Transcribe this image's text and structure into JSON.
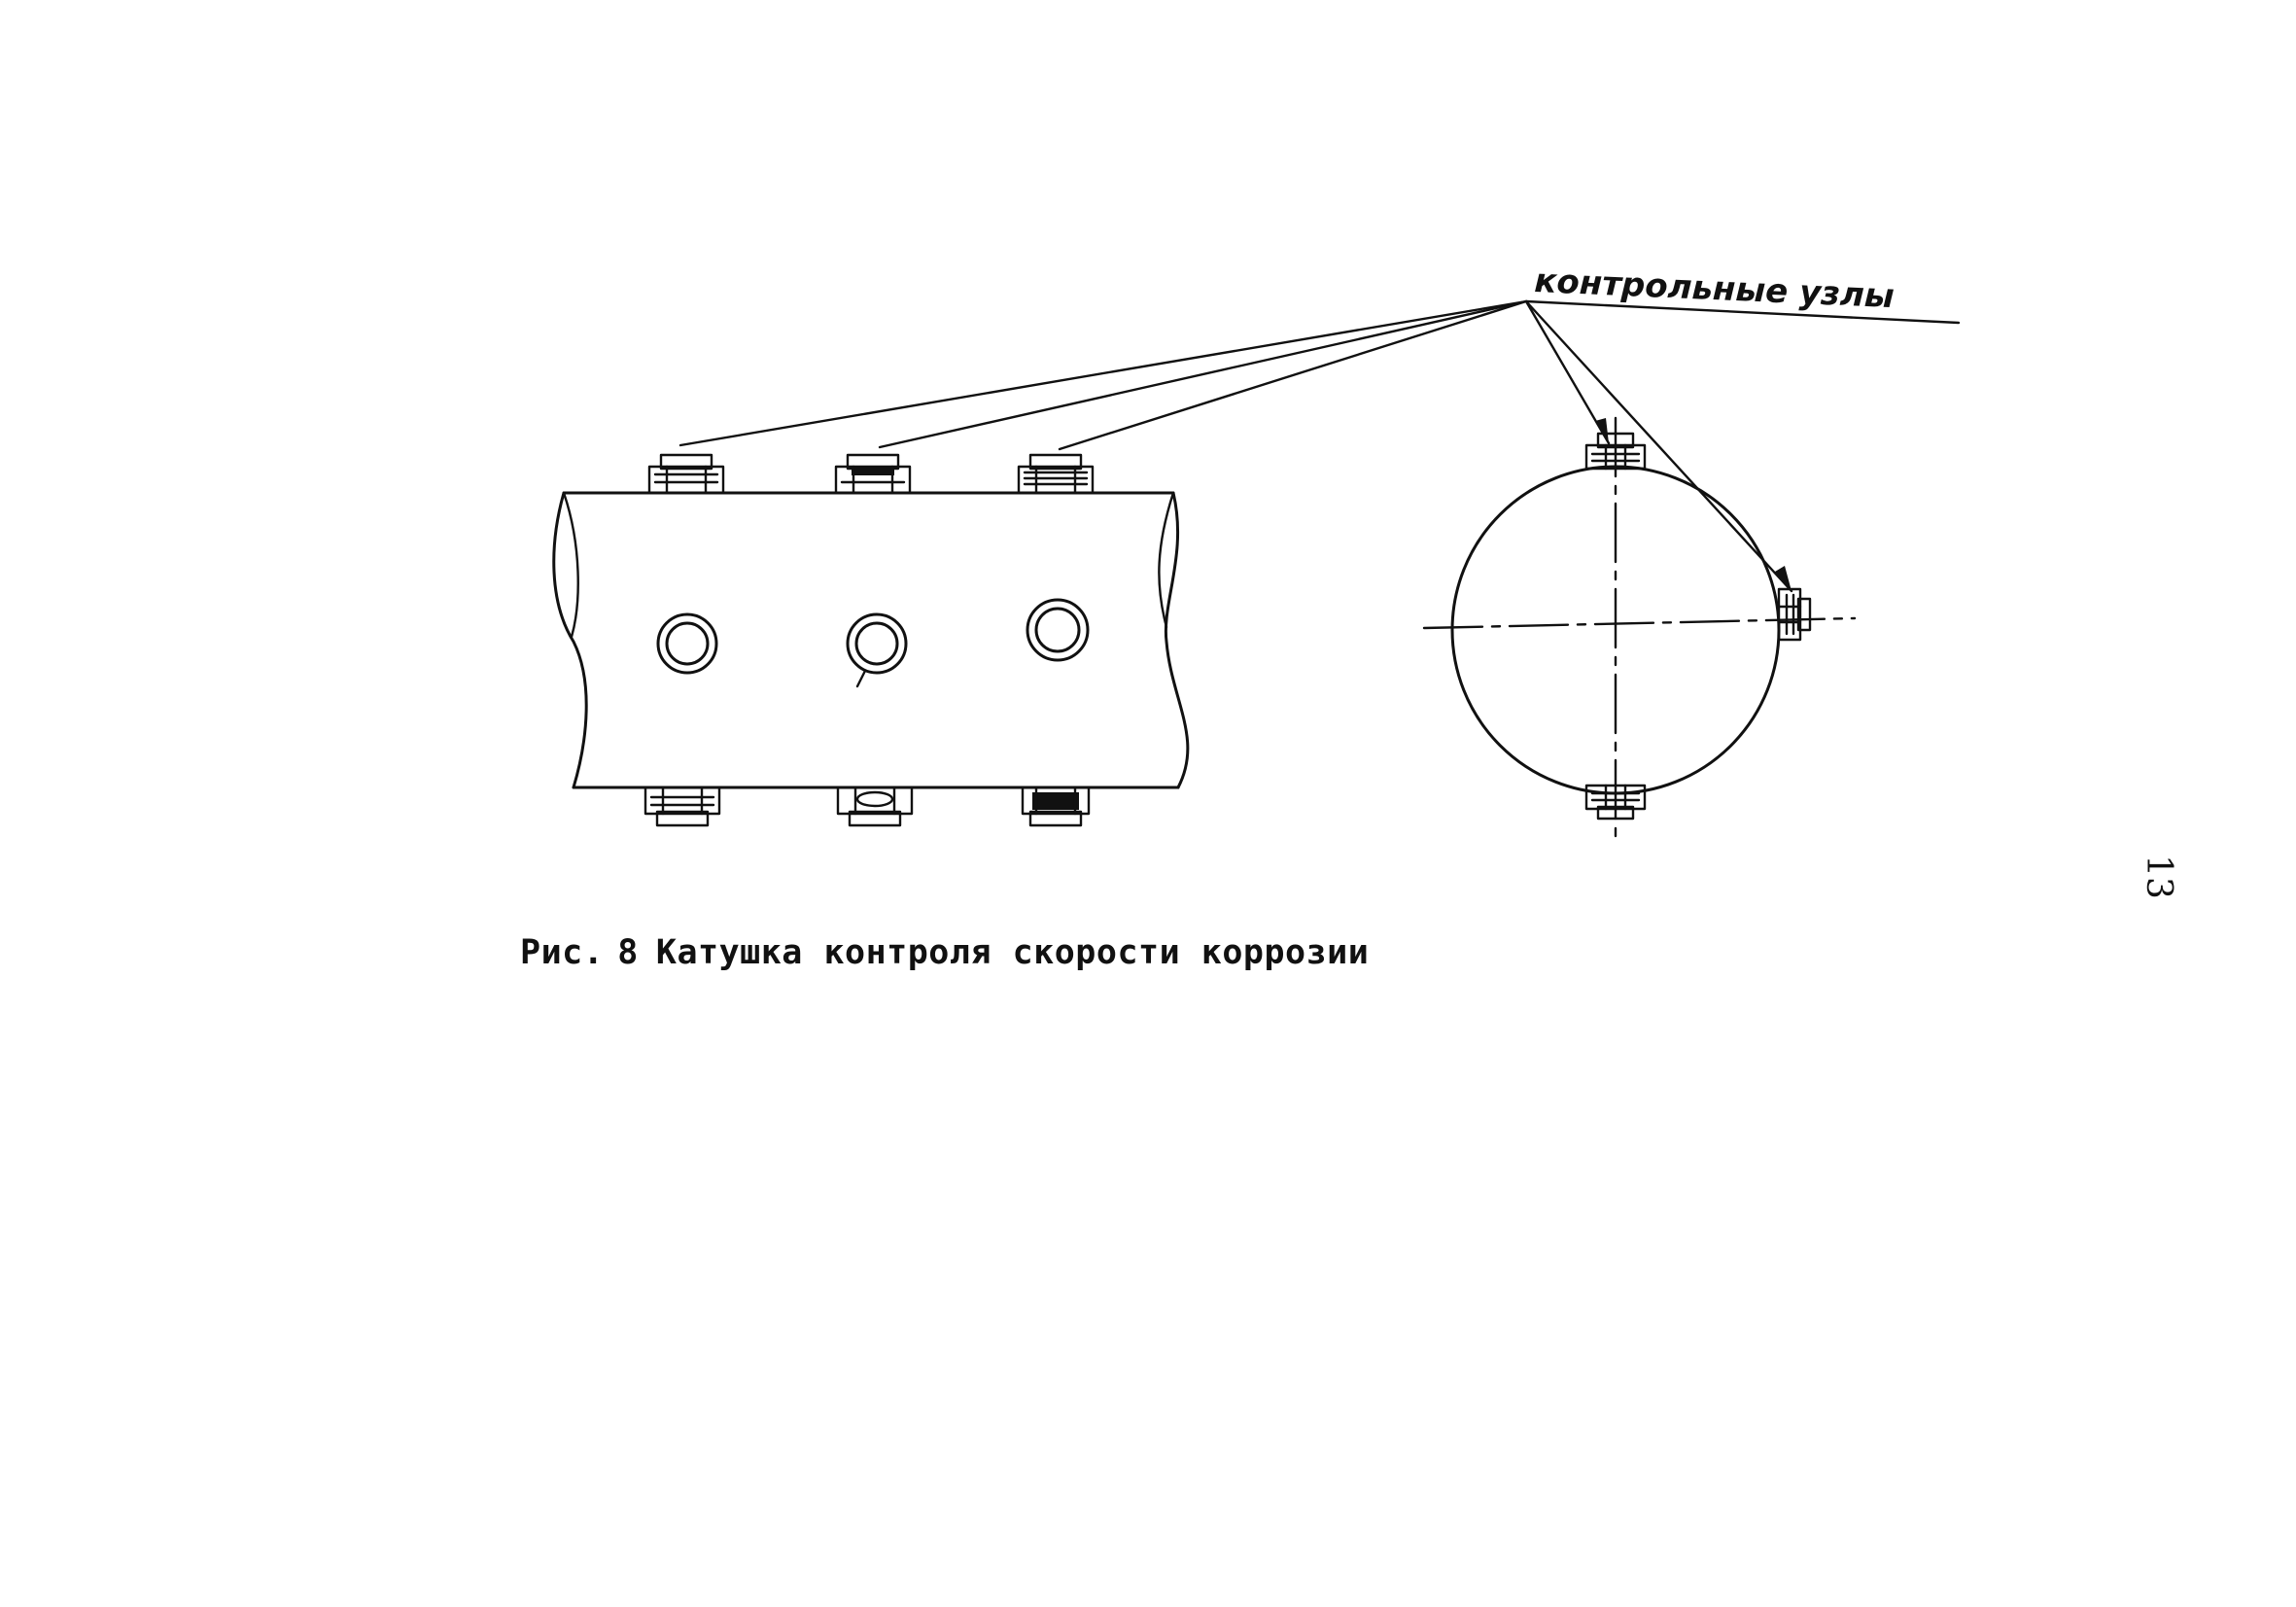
{
  "figure": {
    "leader_label": "контрольные узлы",
    "caption_prefix": "Рис.",
    "caption_number": "8",
    "caption_title": "Катушка контроля скорости коррозии"
  },
  "page_number": "13",
  "colors": {
    "ink": "#111111",
    "paper": "#ffffff"
  }
}
